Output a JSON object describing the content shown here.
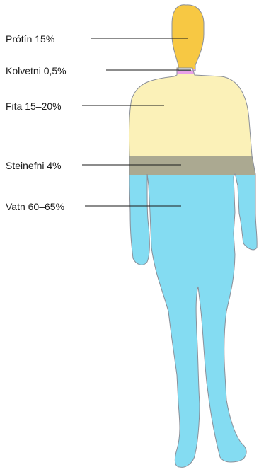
{
  "labels": {
    "protein": "Prótín 15%",
    "carbohydrate": "Kolvetni 0,5%",
    "fat": "Fita 15–20%",
    "minerals": "Steinefni 4%",
    "water": "Vatn 60–65%"
  },
  "colors": {
    "protein": "#f7c843",
    "carbohydrate": "#e8a0e8",
    "fat": "#fbf1b8",
    "minerals": "#aba991",
    "water": "#84dcf2",
    "outline": "#8a8f99",
    "text": "#1a1a1a"
  }
}
